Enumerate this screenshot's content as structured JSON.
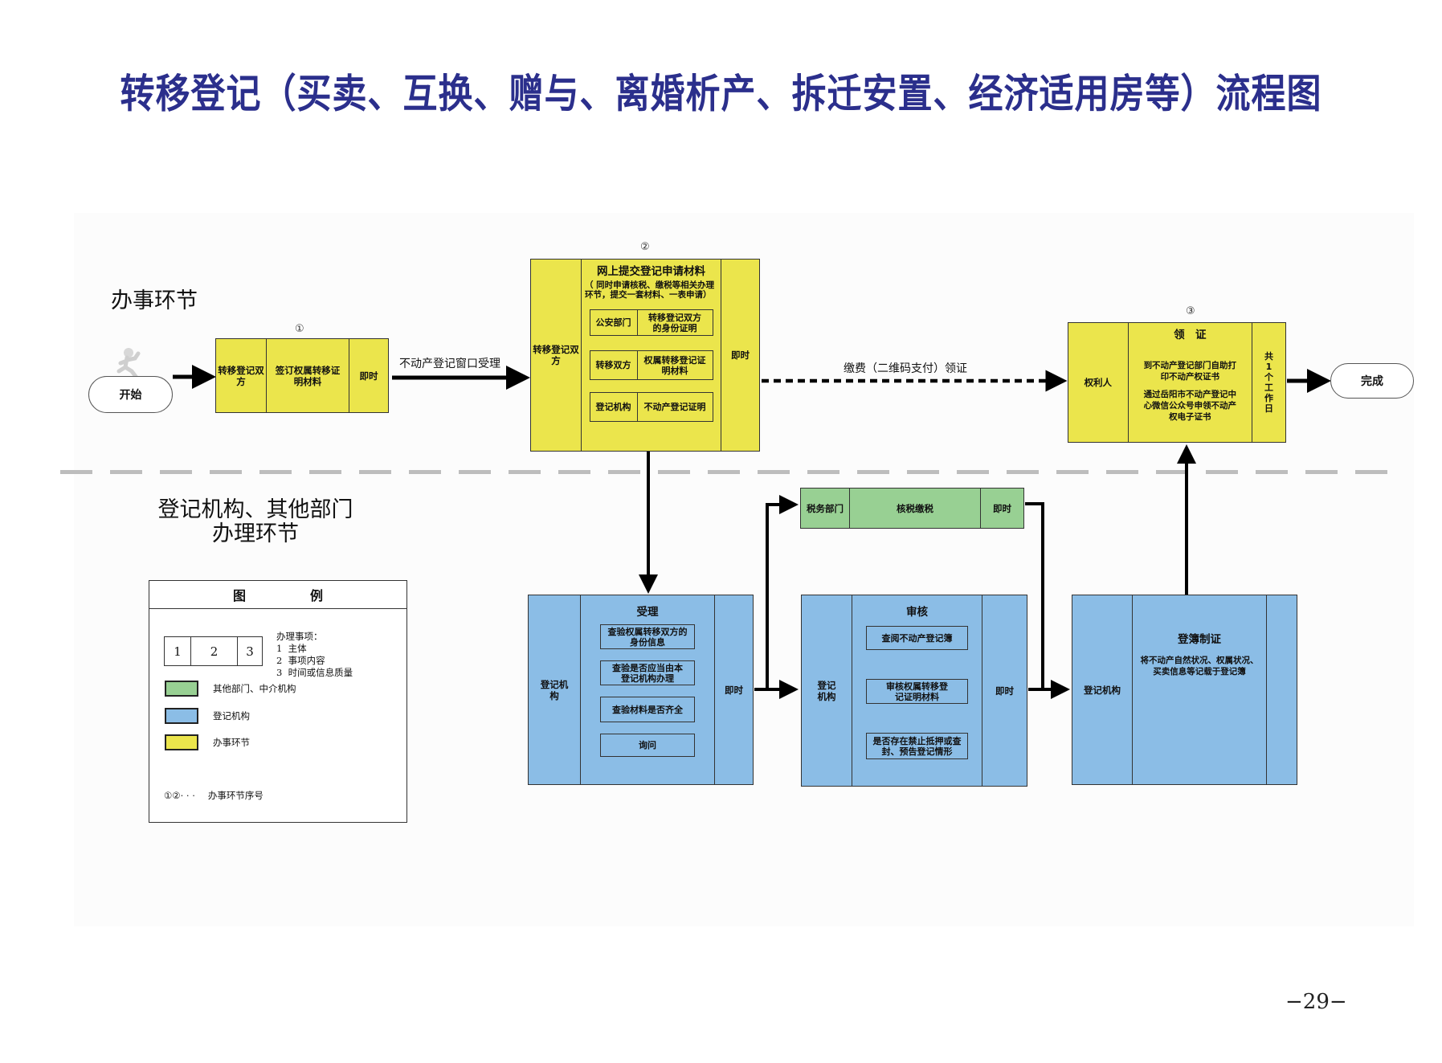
{
  "title": "转移登记（买卖、互换、赠与、离婚析产、拆迁安置、经济适用房等）流程图",
  "lanes": {
    "top": "办事环节",
    "bottom": "登记机构、其他部门办理环节"
  },
  "start": {
    "label": "开始",
    "icon": "running-person-icon"
  },
  "finish": {
    "label": "完成"
  },
  "steps": [
    {
      "number": "①",
      "subject": "转移登记双方",
      "content": "签订权属转移证明材料",
      "time": "即时",
      "color": "#ebe54c"
    },
    {
      "number": "②",
      "subject": "转移登记双方",
      "content_title": "网上提交登记申请材料",
      "content_note": "（ 同时申请核税、缴税等相关办理环节，提交一套材料、一表申请）",
      "items": [
        {
          "party": "公安部门",
          "doc": "转移登记双方的身份证明"
        },
        {
          "party": "转移双方",
          "doc": "权属转移登记证明材料"
        },
        {
          "party": "登记机构",
          "doc": "不动产登记证明"
        }
      ],
      "time": "即时",
      "color": "#ebe54c"
    },
    {
      "number": "③",
      "subject": "权利人",
      "content_title": "领　证",
      "content_lines": [
        "到不动产登记部门自助打印不动产权证书",
        "通过岳阳市不动产登记中心微信公众号申领不动产权电子证书"
      ],
      "time": "共1个工作日",
      "color": "#ebe54c"
    }
  ],
  "arrows": {
    "step1_to_step2": "不动产登记窗口受理",
    "step2_to_step3": "缴费（二维码支付）领证"
  },
  "backoffice": {
    "accept": {
      "subject": "登记机构",
      "title": "受理",
      "items": [
        "查验权属转移双方的身份信息",
        "查验是否应当由本登记机构办理",
        "查验材料是否齐全",
        "询问"
      ],
      "time": "即时",
      "color": "#8bbde6"
    },
    "tax": {
      "subject": "税务部门",
      "content": "核税缴税",
      "time": "即时",
      "color": "#98d093"
    },
    "review": {
      "subject": "登记机构",
      "title": "审核",
      "items": [
        "查阅不动产登记簿",
        "审核权属转移登记证明材料",
        "是否存在禁止抵押或查封、预告登记情形"
      ],
      "time": "即时",
      "color": "#8bbde6"
    },
    "register": {
      "subject": "登记机构",
      "title": "登簿制证",
      "content": "将不动产自然状况、权属状况、买卖信息等记载于登记簿",
      "time": "",
      "color": "#8bbde6"
    }
  },
  "legend": {
    "title_left": "图",
    "title_right": "例",
    "cells": [
      "1",
      "2",
      "3"
    ],
    "items_heading": "办理事项：",
    "items": [
      "1  主体",
      "2  事项内容",
      "3  时间或信息质量"
    ],
    "swatches": [
      {
        "label": "其他部门、中介机构",
        "color": "#98d093"
      },
      {
        "label": "登记机构",
        "color": "#8bbde6"
      },
      {
        "label": "办事环节",
        "color": "#ebe54c"
      }
    ],
    "sequence_symbols": "①②· · ·",
    "sequence_label": "办事环节序号"
  },
  "page_number": "−29−"
}
